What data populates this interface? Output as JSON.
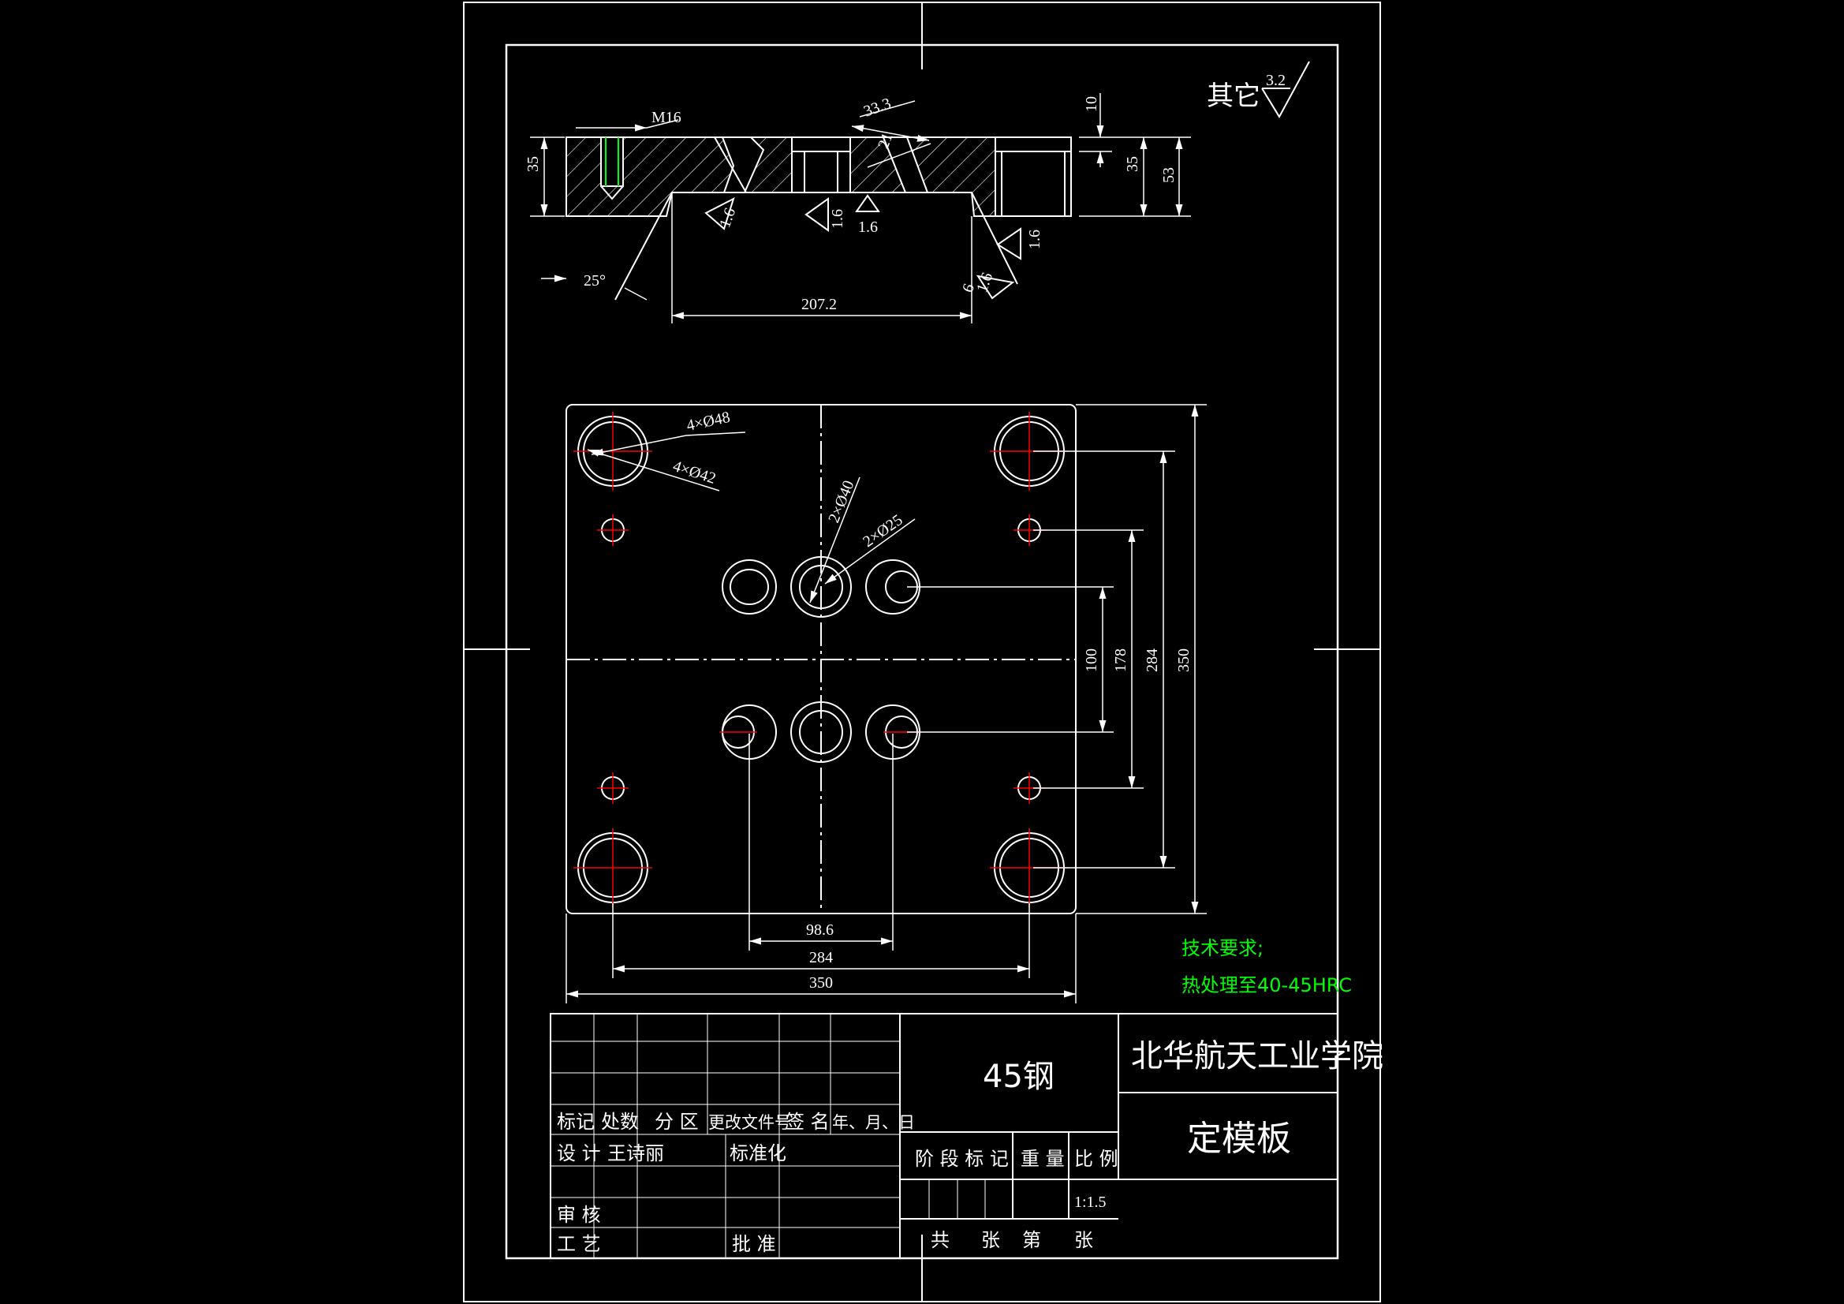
{
  "colors": {
    "background": "#000000",
    "line": "#ffffff",
    "centerline": "#ff0000",
    "note": "#00ff00",
    "thread": "#00ff00"
  },
  "roughness": {
    "general_label": "其它",
    "general_value": "3.2",
    "values": [
      "1.6",
      "1.6",
      "1.6",
      "1.6",
      "1.6"
    ]
  },
  "section_view": {
    "thread": "M16",
    "angle": "25°",
    "dims": {
      "d33": "33.3",
      "d21": "21",
      "d10": "10",
      "d35_right": "35",
      "d53": "53",
      "d35_left": "35",
      "d6": "6",
      "d207": "207.2"
    }
  },
  "plan_view": {
    "holes": {
      "guide_big": "4×Ø48",
      "guide_small": "4×Ø42",
      "bush_big": "2×Ø40",
      "bush_small": "2×Ø25"
    },
    "dims": {
      "v100": "100",
      "v178": "178",
      "v284": "284",
      "v350": "350",
      "h98": "98.6",
      "h284": "284",
      "h350": "350"
    }
  },
  "notes": {
    "title": "技术要求;",
    "line1": "热处理至40-45HRC"
  },
  "title_block": {
    "material": "45钢",
    "school": "北华航天工业学院",
    "part_name": "定模板",
    "headers": [
      "标记",
      "处数",
      "分 区",
      "更改文件号",
      "签 名",
      "年、月、日"
    ],
    "design_label": "设 计",
    "designer": "王诗丽",
    "standard_label": "标准化",
    "review_label": "审 核",
    "process_label": "工 艺",
    "approve_label": "批 准",
    "stage_label": "阶 段 标 记",
    "weight_label": "重 量",
    "scale_label": "比 例",
    "scale": "1:1.5",
    "sheet_total": "共",
    "sheet_unit1": "张",
    "sheet_no": "第",
    "sheet_unit2": "张"
  }
}
